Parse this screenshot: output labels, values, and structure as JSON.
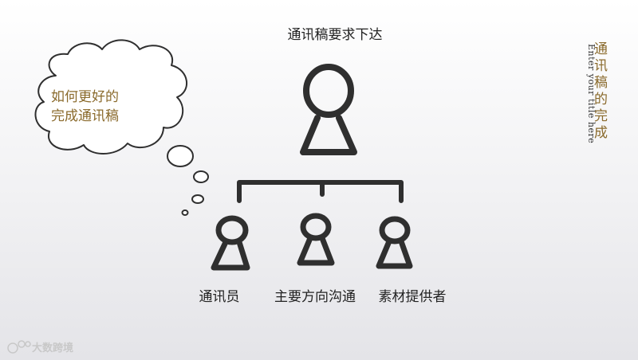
{
  "title": "通讯稿要求下达",
  "thought_bubble": {
    "line1": "如何更好的",
    "line2": "完成通讯稿"
  },
  "vertical_title": "通讯稿的完成",
  "vertical_subtitle": "Enter your title here",
  "nodes": [
    {
      "label": "通讯员"
    },
    {
      "label": "主要方向沟通"
    },
    {
      "label": "素材提供者"
    }
  ],
  "watermark": "大数跨境",
  "colors": {
    "ink": "#2f2f2f",
    "accent_text": "#8a6a2c",
    "background_top": "#ffffff",
    "background_bottom": "#e4e4e8"
  }
}
